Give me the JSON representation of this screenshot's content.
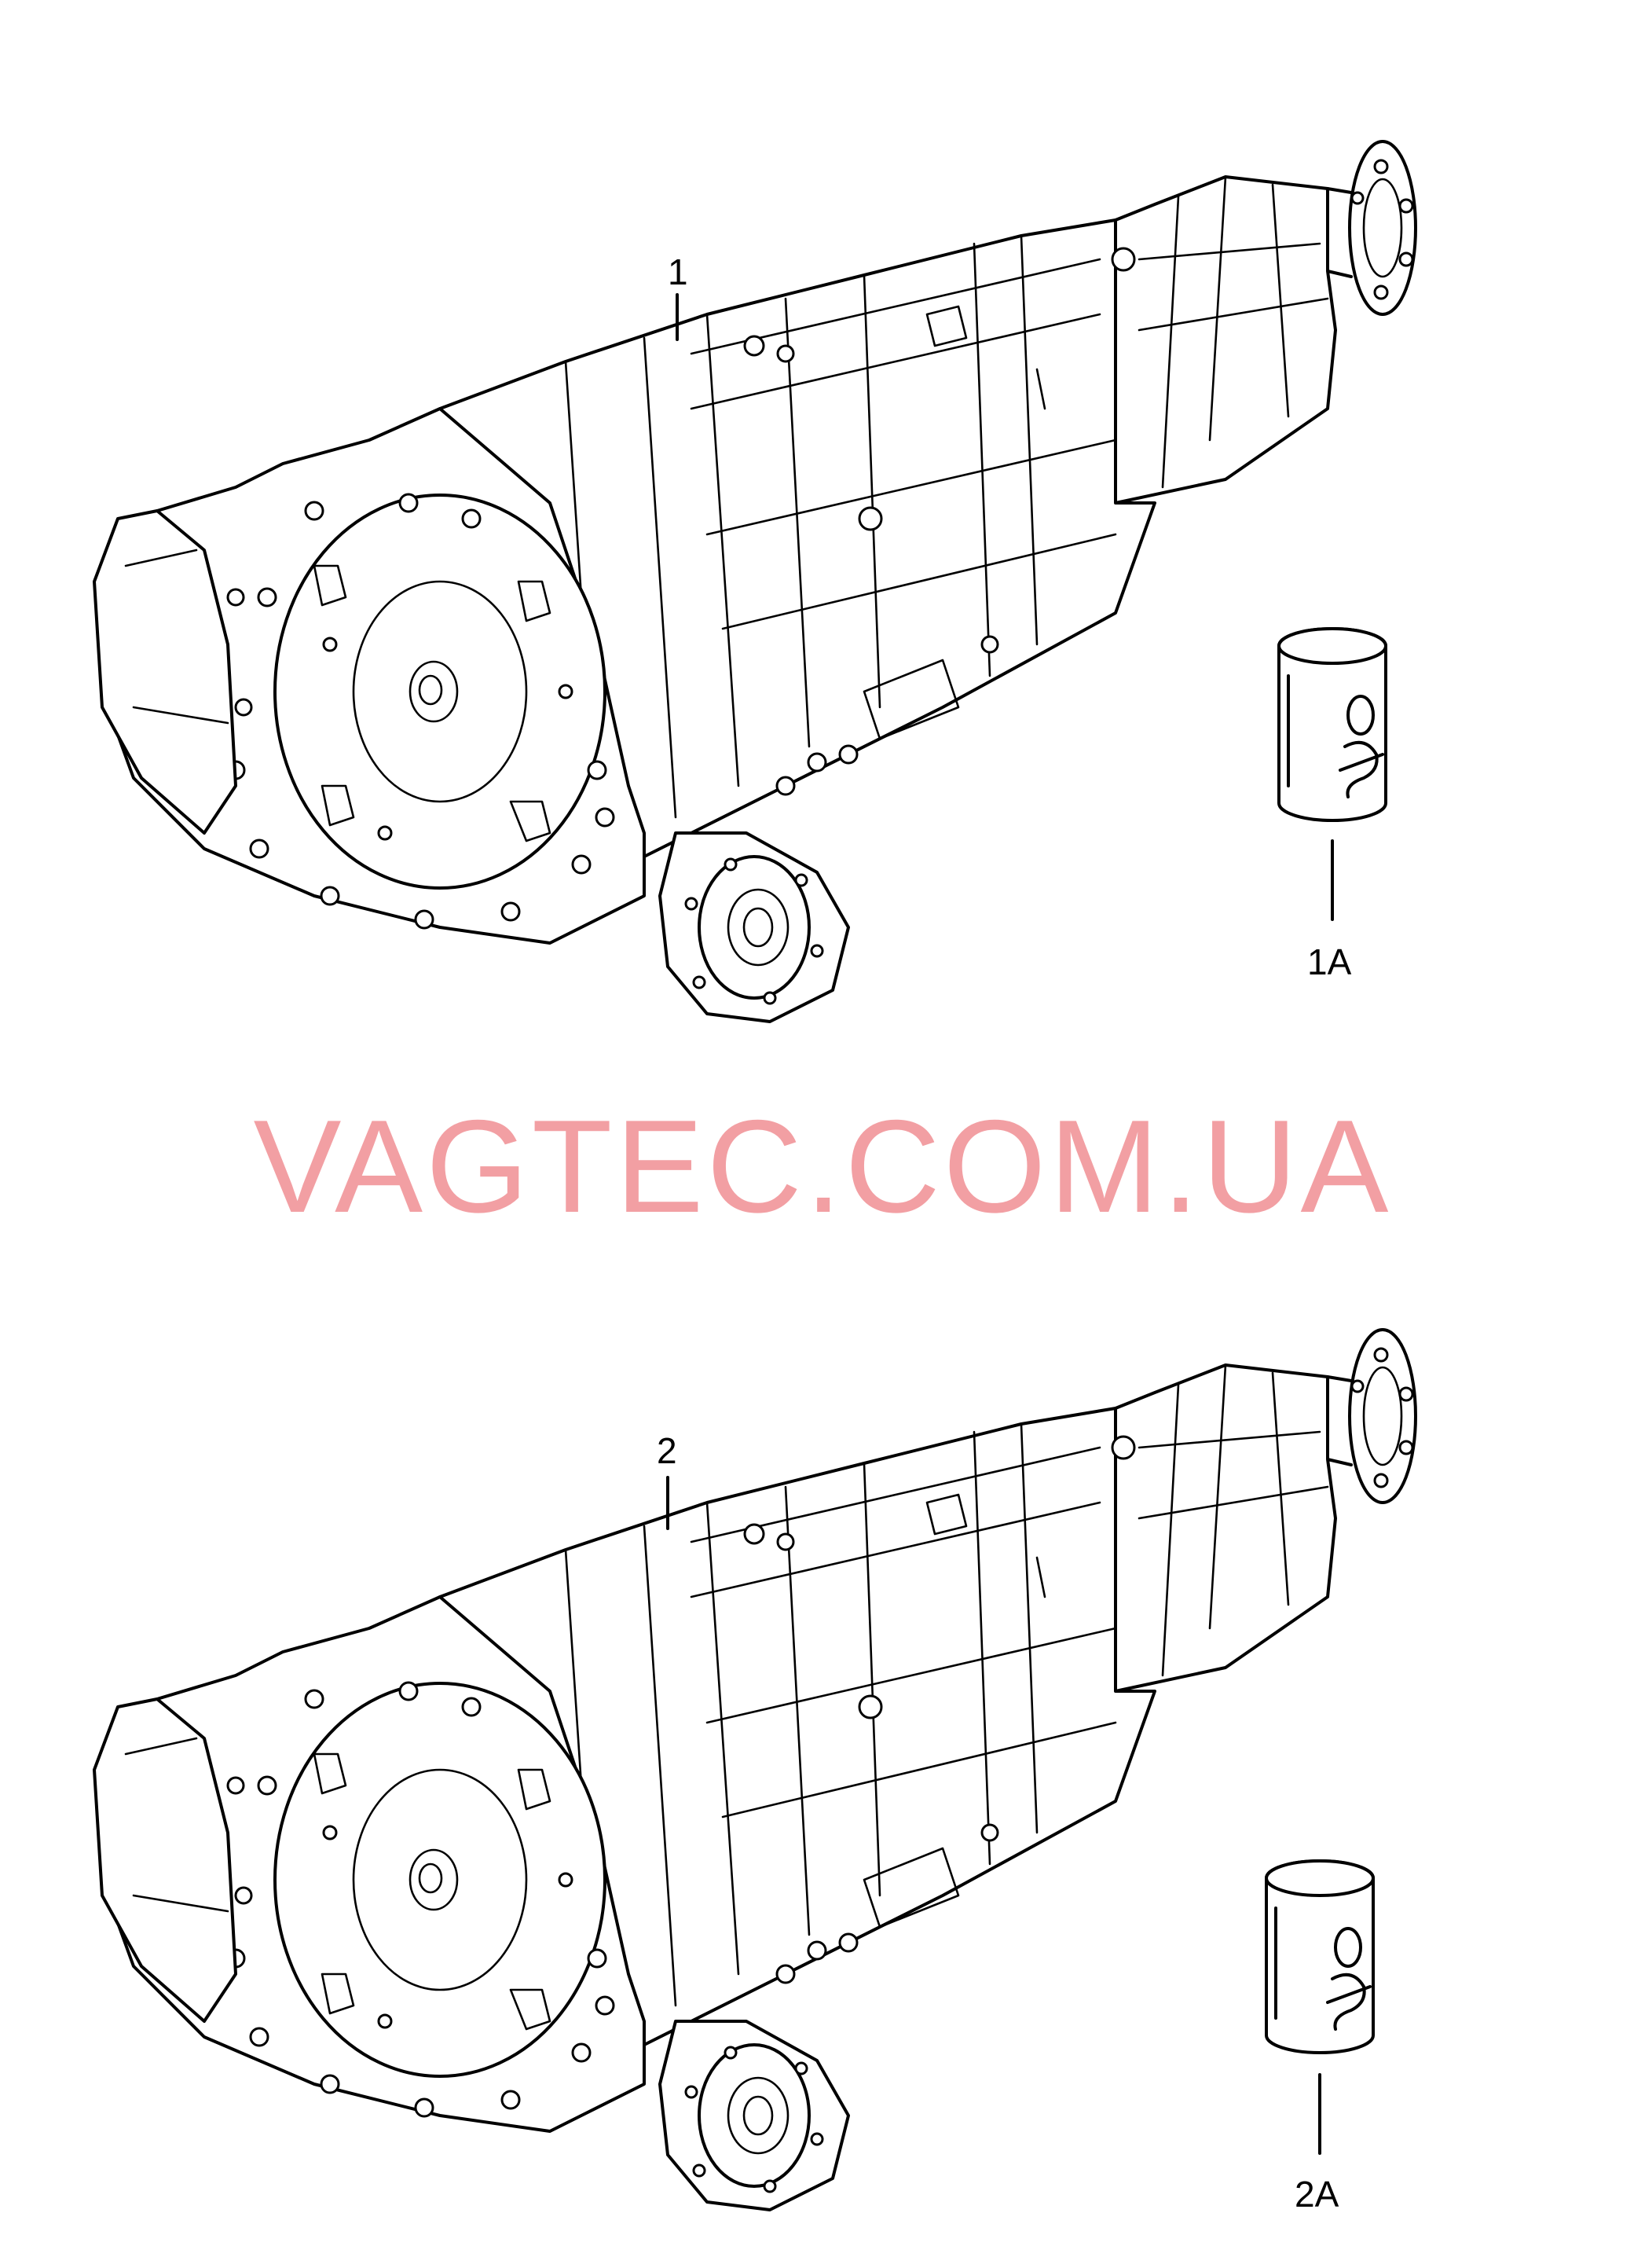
{
  "diagram": {
    "callouts": {
      "part_1": "1",
      "part_1a": "1A",
      "part_2": "2",
      "part_2a": "2A"
    },
    "watermark": "VAGTEC.COM.UA",
    "icons": {
      "transmission": "automatic-gearbox-drawing",
      "fluid_can": "oil-can-icon"
    }
  }
}
